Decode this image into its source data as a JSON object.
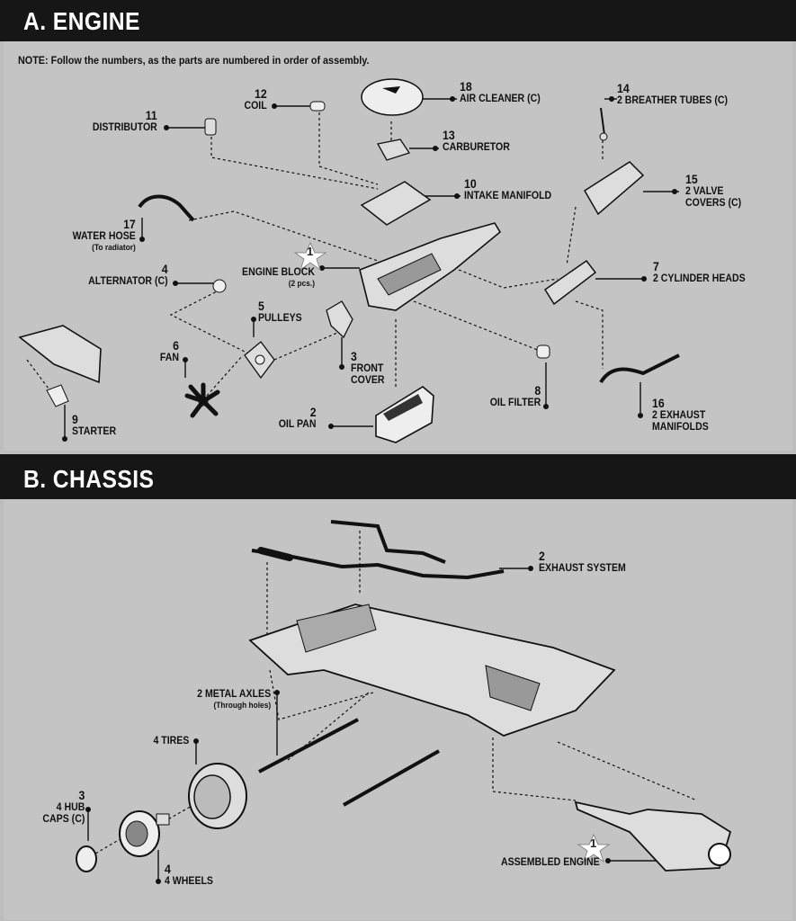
{
  "sections": {
    "engine": {
      "title": "A. ENGINE",
      "note": "NOTE: Follow the numbers, as the parts are numbered in order of assembly.",
      "parts": [
        {
          "id": "p18",
          "number": "18",
          "lines": [
            "AIR CLEANER (C)"
          ]
        },
        {
          "id": "p12",
          "number": "12",
          "lines": [
            "COIL"
          ]
        },
        {
          "id": "p11",
          "number": "11",
          "lines": [
            "DISTRIBUTOR"
          ]
        },
        {
          "id": "p13",
          "number": "13",
          "lines": [
            "CARBURETOR"
          ]
        },
        {
          "id": "p14",
          "number": "14",
          "lines": [
            "2 BREATHER TUBES (C)"
          ]
        },
        {
          "id": "p15",
          "number": "15",
          "lines": [
            "2 VALVE",
            "COVERS (C)"
          ]
        },
        {
          "id": "p10",
          "number": "10",
          "lines": [
            "INTAKE MANIFOLD"
          ]
        },
        {
          "id": "p17",
          "number": "17",
          "lines": [
            "WATER HOSE"
          ],
          "sub": "(To radiator)"
        },
        {
          "id": "p1",
          "number": "1",
          "lines": [
            "ENGINE BLOCK"
          ],
          "sub": "(2 pcs.)"
        },
        {
          "id": "p4",
          "number": "4",
          "lines": [
            "ALTERNATOR (C)"
          ]
        },
        {
          "id": "p7",
          "number": "7",
          "lines": [
            "2 CYLINDER HEADS"
          ]
        },
        {
          "id": "p5",
          "number": "5",
          "lines": [
            "PULLEYS"
          ]
        },
        {
          "id": "p6",
          "number": "6",
          "lines": [
            "FAN"
          ]
        },
        {
          "id": "p3",
          "number": "3",
          "lines": [
            "FRONT",
            "COVER"
          ]
        },
        {
          "id": "p8",
          "number": "8",
          "lines": [
            "OIL FILTER"
          ]
        },
        {
          "id": "p16",
          "number": "16",
          "lines": [
            "2 EXHAUST",
            "MANIFOLDS"
          ]
        },
        {
          "id": "p2",
          "number": "2",
          "lines": [
            "OIL PAN"
          ]
        },
        {
          "id": "p9",
          "number": "9",
          "lines": [
            "STARTER"
          ]
        }
      ]
    },
    "chassis": {
      "title": "B. CHASSIS",
      "parts": [
        {
          "id": "c2",
          "number": "2",
          "lines": [
            "EXHAUST SYSTEM"
          ]
        },
        {
          "id": "caxle",
          "number": "",
          "lines": [
            "2 METAL AXLES"
          ],
          "sub": "(Through holes)"
        },
        {
          "id": "ctires",
          "number": "",
          "lines": [
            "4 TIRES"
          ]
        },
        {
          "id": "c3",
          "number": "3",
          "lines": [
            "4 HUB",
            "CAPS (C)"
          ]
        },
        {
          "id": "c4",
          "number": "4",
          "lines": [
            "4 WHEELS"
          ]
        },
        {
          "id": "c1",
          "number": "1",
          "lines": [
            "ASSEMBLED ENGINE"
          ]
        }
      ]
    }
  }
}
